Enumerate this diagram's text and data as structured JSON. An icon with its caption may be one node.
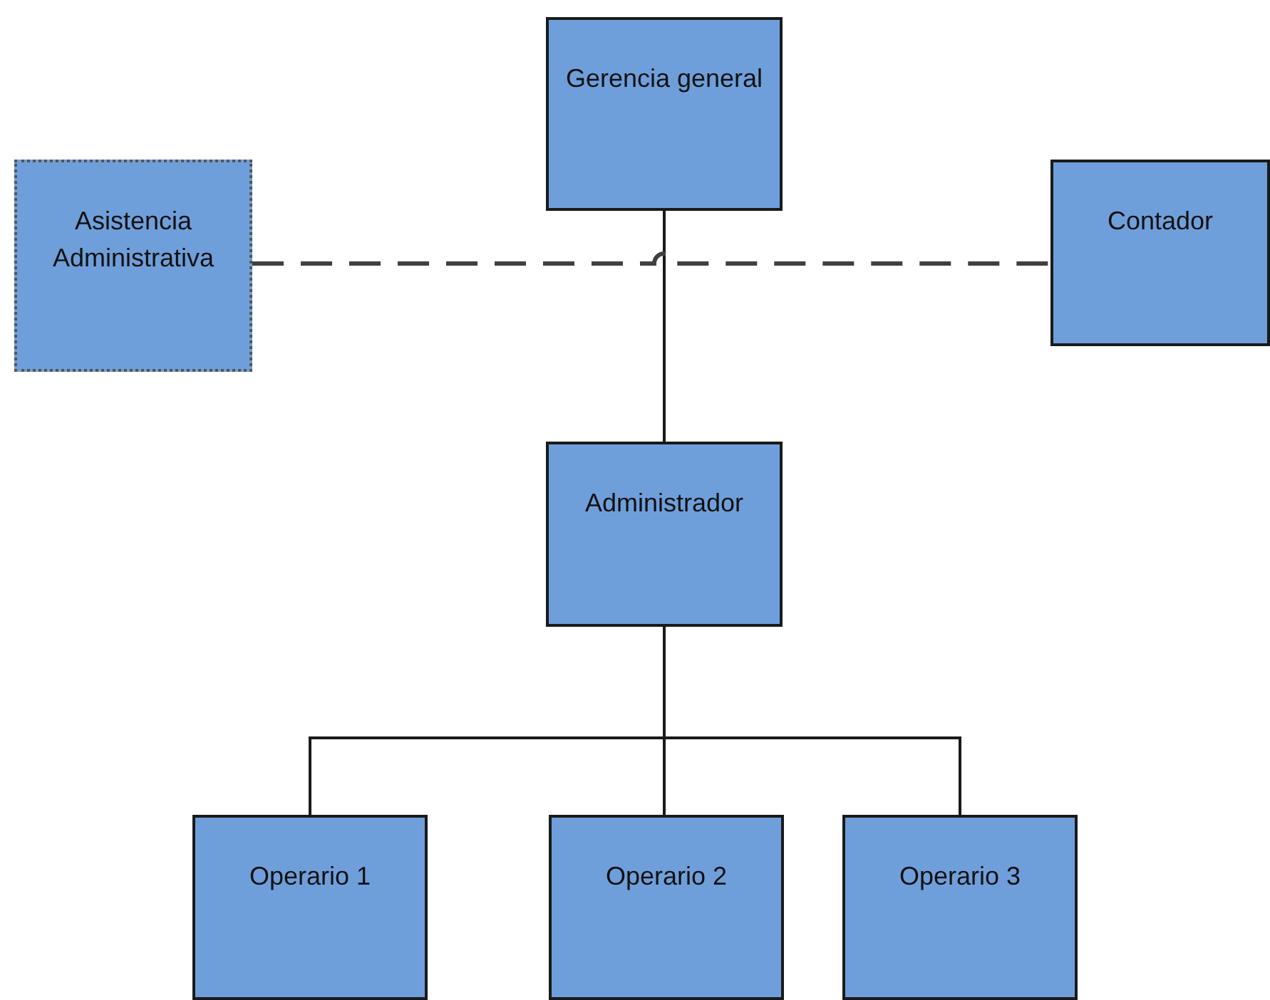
{
  "diagram": {
    "nodes": [
      {
        "text": [
          "Gerencia general"
        ]
      },
      {
        "text": [
          "Asistencia Administrativa"
        ]
      },
      {
        "text": [
          "Contador"
        ]
      },
      {
        "text": [
          "Administrador"
        ]
      },
      {
        "text": [
          "Operario 1"
        ]
      },
      {
        "text": [
          "Operario 2"
        ]
      },
      {
        "text": [
          "Operario 3"
        ]
      }
    ],
    "edges": [
      {
        "from": 3,
        "to": 0,
        "arrow": "none"
      },
      {
        "from": 1,
        "to": 2,
        "arrow": "none",
        "style": "dashed"
      },
      {
        "from": 3,
        "to": 4,
        "arrow": "none"
      },
      {
        "from": 3,
        "to": 5,
        "arrow": "none"
      },
      {
        "from": 3,
        "to": 6,
        "arrow": "none"
      }
    ]
  }
}
